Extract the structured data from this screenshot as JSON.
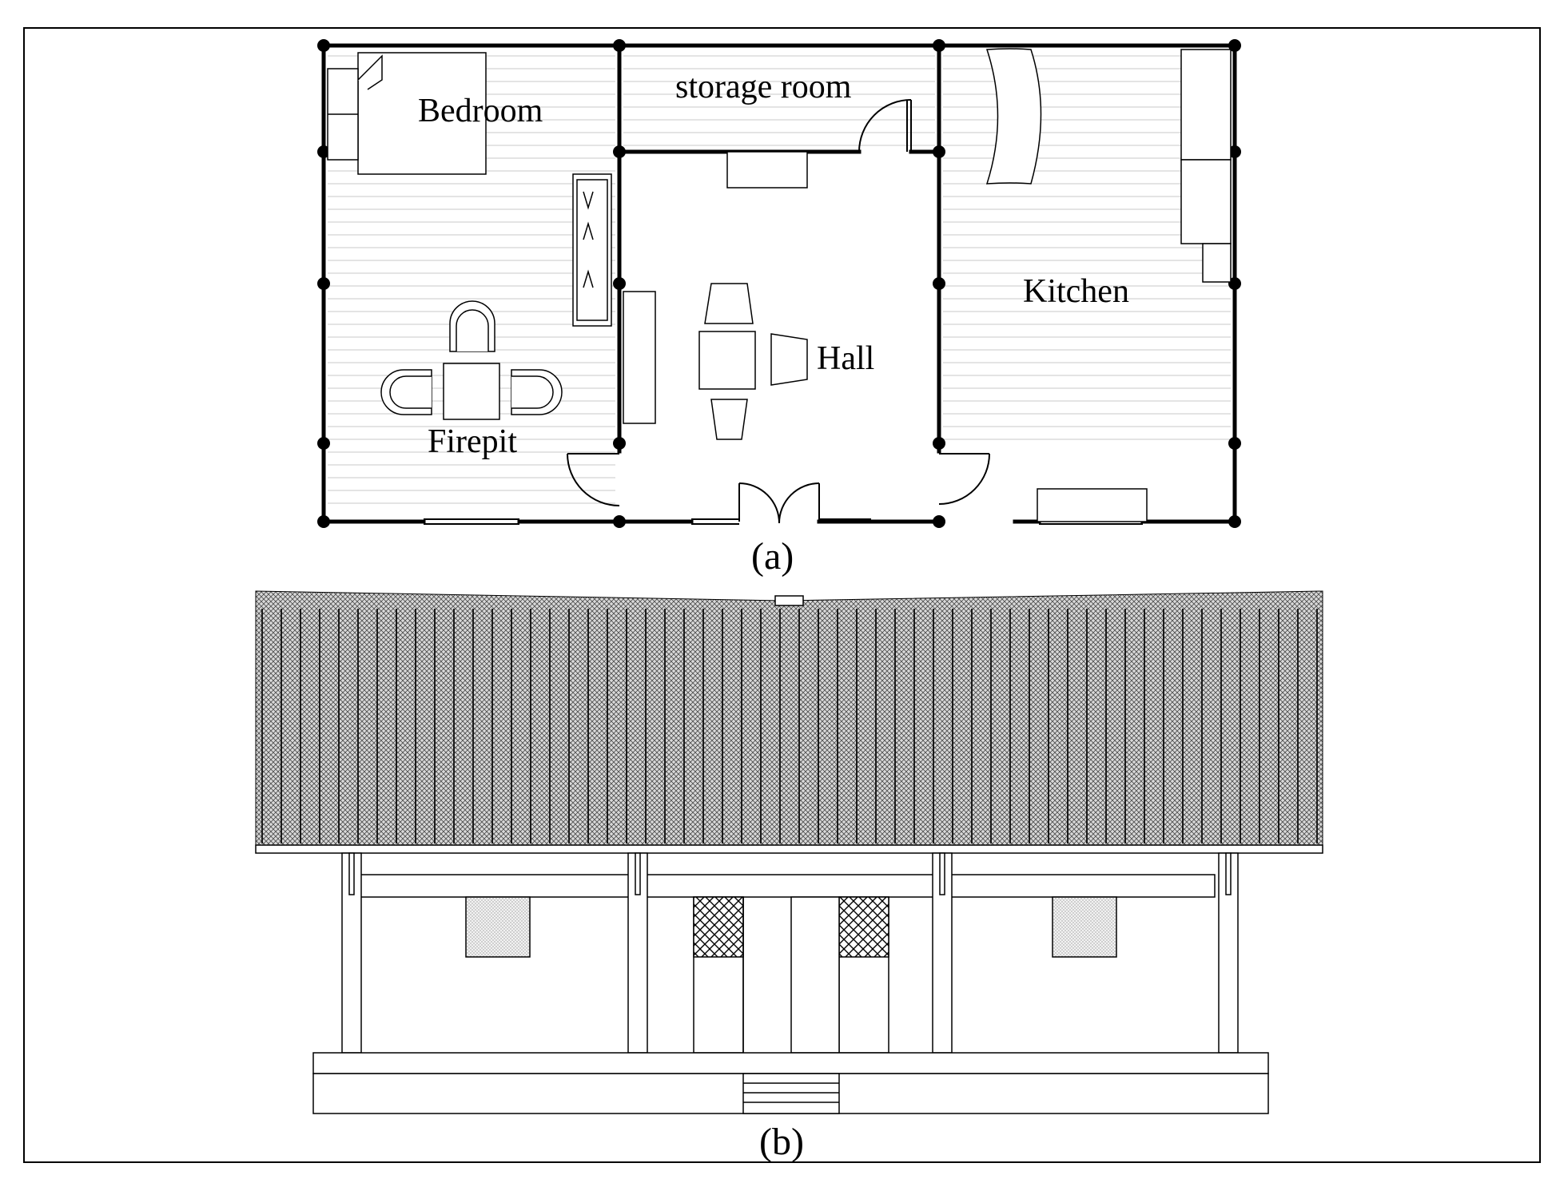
{
  "plan": {
    "rooms": {
      "bedroom": "Bedroom",
      "storage": "storage room",
      "kitchen": "Kitchen",
      "hall": "Hall",
      "firepit": "Firepit"
    },
    "caption": "(a)"
  },
  "elevation": {
    "caption": "(b)"
  }
}
